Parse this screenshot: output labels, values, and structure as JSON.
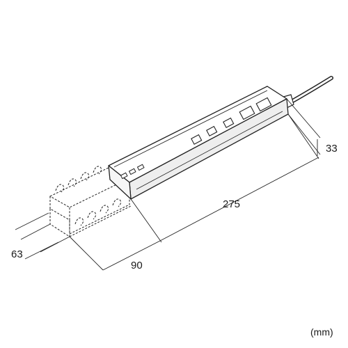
{
  "dimensions": {
    "height": "33",
    "length": "275",
    "width": "90",
    "tray_depth": "63"
  },
  "unit_label": "(mm)",
  "colors": {
    "line": "#222222",
    "body_fill": "#ffffff",
    "shade_fill": "#eeeeee"
  }
}
